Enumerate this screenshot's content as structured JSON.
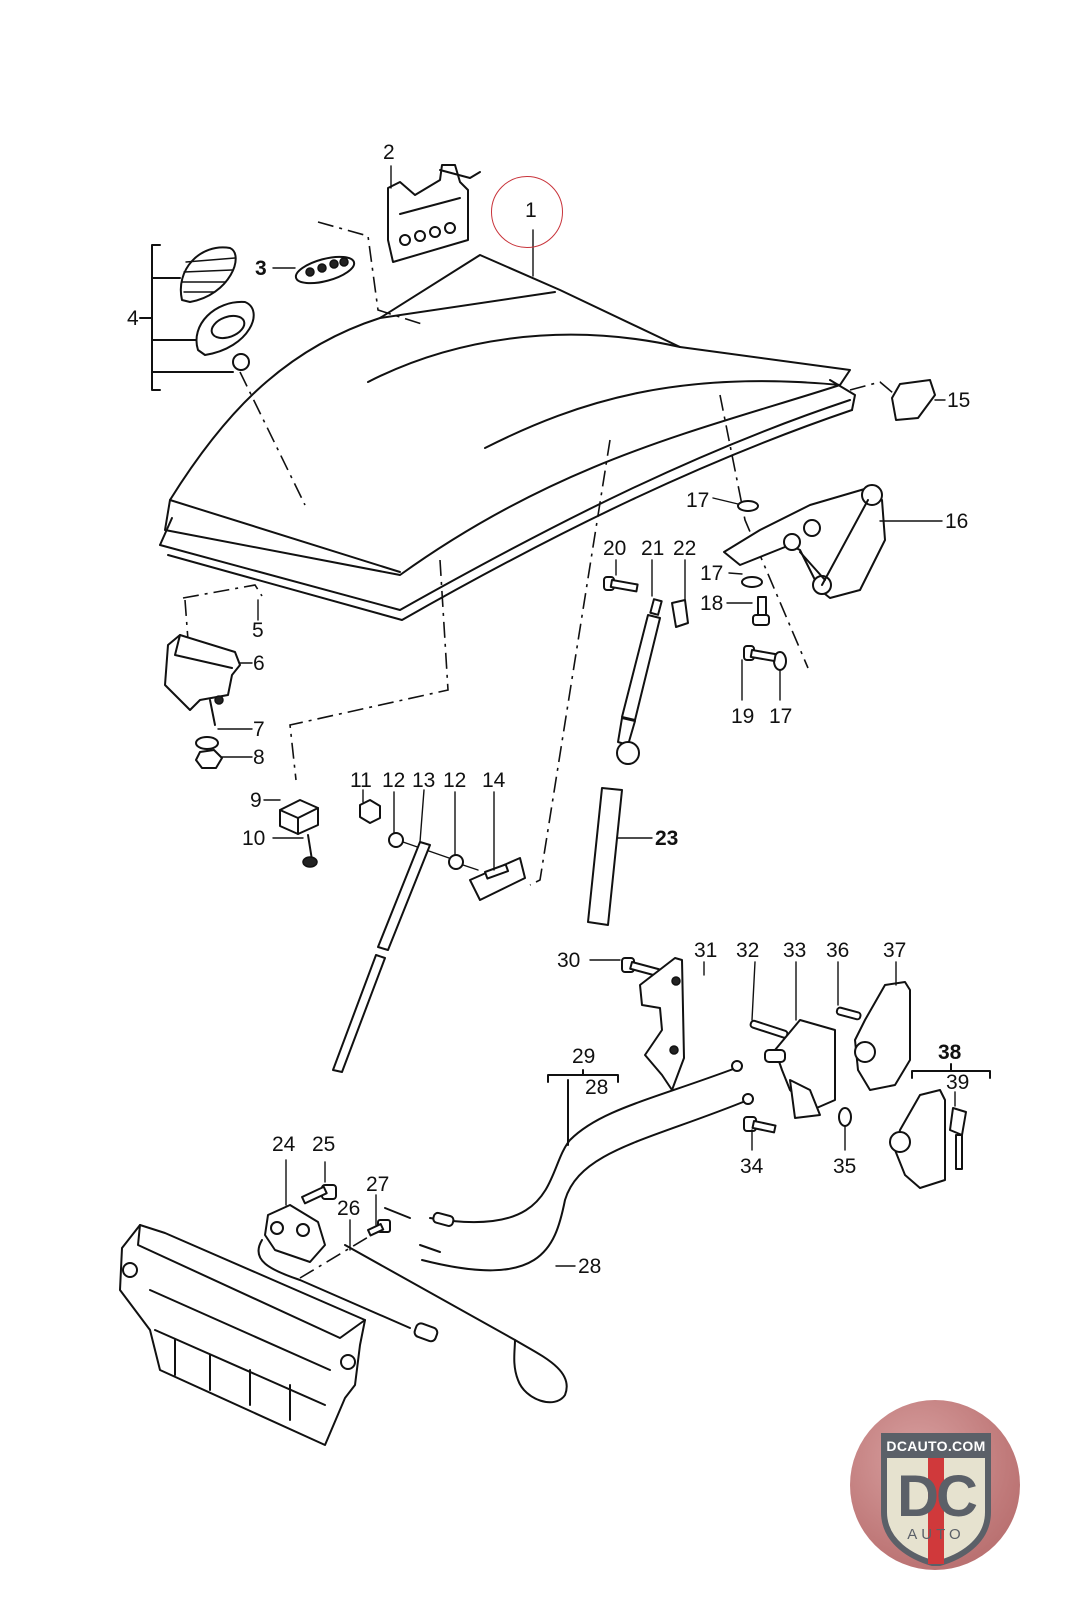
{
  "diagram": {
    "title": "Front hood / bonnet assembly exploded parts diagram",
    "highlighted_part": "1",
    "highlight_color": "#c8333a",
    "line_color": "#111111",
    "background": "#ffffff"
  },
  "callouts": [
    {
      "id": "c1",
      "text": "1",
      "part": "Hood / bonnet panel"
    },
    {
      "id": "c2",
      "text": "2",
      "part": "Bracket"
    },
    {
      "id": "c3",
      "text": "3",
      "part": "Emblem / badge"
    },
    {
      "id": "c4",
      "text": "4",
      "part": "Crest emblem set (badge, gasket, nut)"
    },
    {
      "id": "c5",
      "text": "5",
      "part": "Hood seal"
    },
    {
      "id": "c6",
      "text": "6",
      "part": "Bump stop / buffer"
    },
    {
      "id": "c7",
      "text": "7",
      "part": "Washer"
    },
    {
      "id": "c8",
      "text": "8",
      "part": "Nut"
    },
    {
      "id": "c9",
      "text": "9",
      "part": "Rubber buffer block"
    },
    {
      "id": "c10",
      "text": "10",
      "part": "Clip / rivet"
    },
    {
      "id": "c11",
      "text": "11",
      "part": "Nut"
    },
    {
      "id": "c12a",
      "text": "12",
      "part": "Washer"
    },
    {
      "id": "c13",
      "text": "13",
      "part": "Prop rod"
    },
    {
      "id": "c12b",
      "text": "12",
      "part": "Washer"
    },
    {
      "id": "c14",
      "text": "14",
      "part": "Prop rod bracket"
    },
    {
      "id": "c15",
      "text": "15",
      "part": "Bracket clip"
    },
    {
      "id": "c16",
      "text": "16",
      "part": "Hinge"
    },
    {
      "id": "c17a",
      "text": "17",
      "part": "Washer"
    },
    {
      "id": "c17b",
      "text": "17",
      "part": "Washer"
    },
    {
      "id": "c17c",
      "text": "17",
      "part": "Washer"
    },
    {
      "id": "c18",
      "text": "18",
      "part": "Screw"
    },
    {
      "id": "c19",
      "text": "19",
      "part": "Bolt"
    },
    {
      "id": "c20",
      "text": "20",
      "part": "Bolt"
    },
    {
      "id": "c21",
      "text": "21",
      "part": "Gas strut"
    },
    {
      "id": "c22",
      "text": "22",
      "part": "Clip"
    },
    {
      "id": "c23",
      "text": "23",
      "part": "Strut cover"
    },
    {
      "id": "c24",
      "text": "24",
      "part": "Hood latch"
    },
    {
      "id": "c25",
      "text": "25",
      "part": "Bolt"
    },
    {
      "id": "c26",
      "text": "26",
      "part": "Release cable"
    },
    {
      "id": "c27",
      "text": "27",
      "part": "Screw"
    },
    {
      "id": "c28a",
      "text": "28",
      "part": "Cable"
    },
    {
      "id": "c29",
      "text": "29",
      "part": "Cable set"
    },
    {
      "id": "c28b",
      "text": "28",
      "part": "Cable"
    },
    {
      "id": "c30",
      "text": "30",
      "part": "Bolt"
    },
    {
      "id": "c31",
      "text": "31",
      "part": "Bracket"
    },
    {
      "id": "c32",
      "text": "32",
      "part": "Pin"
    },
    {
      "id": "c33",
      "text": "33",
      "part": "Release lever housing"
    },
    {
      "id": "c34",
      "text": "34",
      "part": "Bolt"
    },
    {
      "id": "c35",
      "text": "35",
      "part": "Washer"
    },
    {
      "id": "c36",
      "text": "36",
      "part": "Pin"
    },
    {
      "id": "c37",
      "text": "37",
      "part": "Lock housing"
    },
    {
      "id": "c38",
      "text": "38",
      "part": "Lock set"
    },
    {
      "id": "c39",
      "text": "39",
      "part": "Lock cylinder with keys"
    }
  ],
  "logo": {
    "site": "DCAUTO.COM",
    "letters": "DC",
    "word": "AUTO",
    "accent": "#d0393b",
    "shield_fill": "#e6e2cf",
    "text_color": "#5b6068"
  }
}
